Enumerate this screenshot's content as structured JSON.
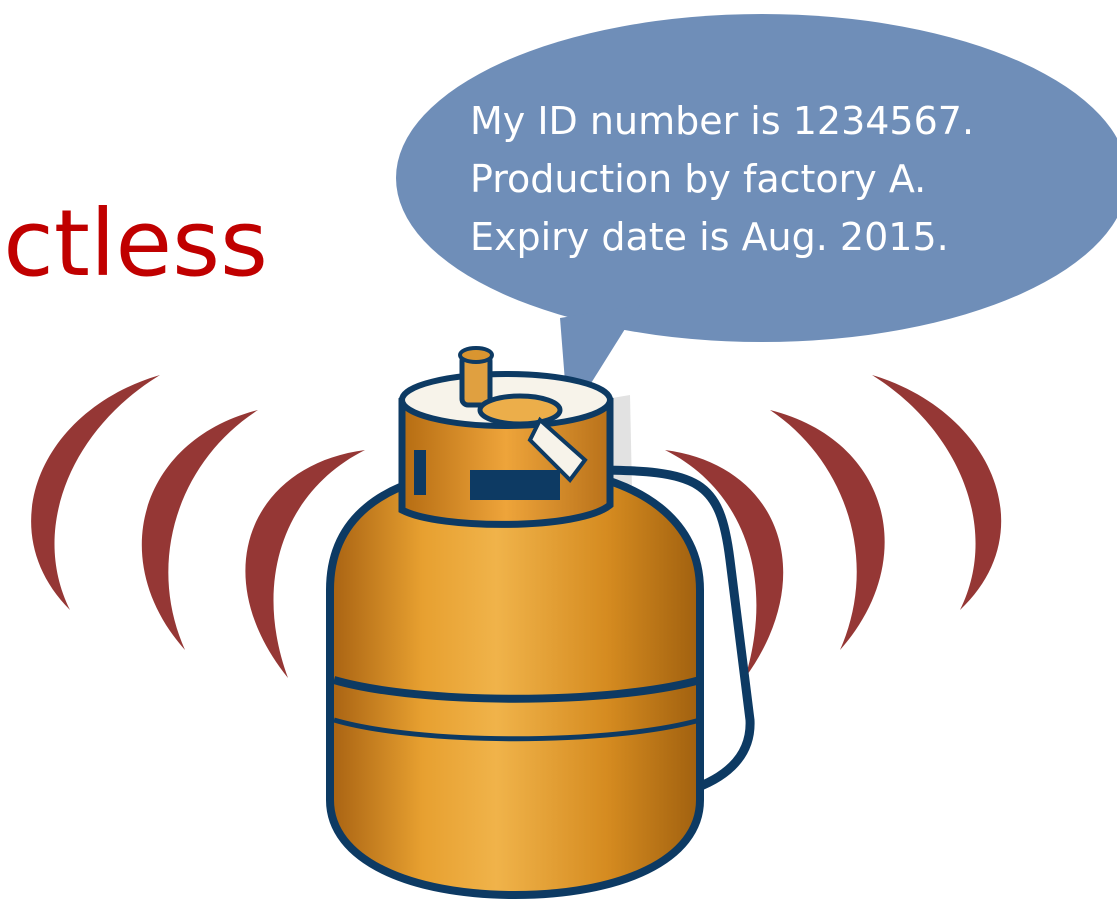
{
  "headline": {
    "text": "Contactless"
  },
  "bubble": {
    "lines": [
      "My ID number is 1234567.",
      "Production by factory A.",
      "Expiry date is Aug. 2015."
    ]
  },
  "icons": {
    "object": "gas-cylinder-icon",
    "waves": "signal-wave-icon"
  },
  "colors": {
    "headline": "#c00000",
    "wave": "#953735",
    "bubble": "#6f8eb8",
    "bubble_text": "#ffffff",
    "cylinder_body": "#d98e1f",
    "cylinder_outline": "#0d3a63"
  }
}
